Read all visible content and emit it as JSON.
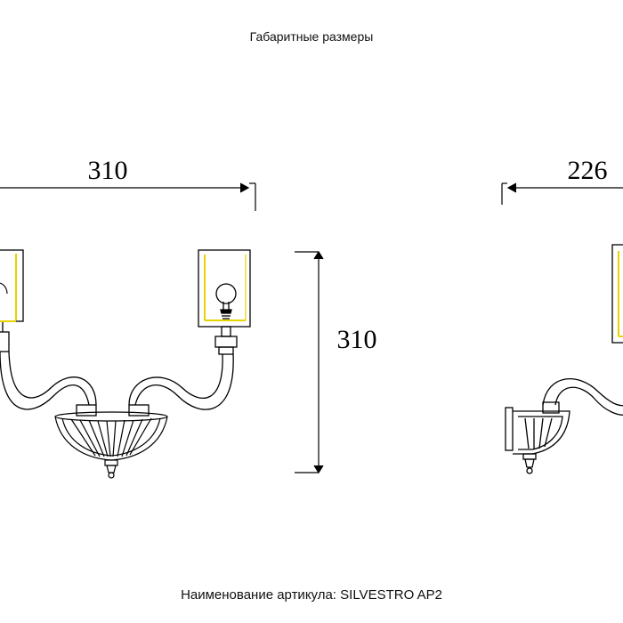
{
  "header": {
    "title": "Габаритные размеры"
  },
  "dimensions": {
    "front_width": "310",
    "front_height": "310",
    "side_depth": "226"
  },
  "footer": {
    "label": "Наименование артикула:",
    "article": "SILVESTRO AP2"
  },
  "colors": {
    "line": "#000000",
    "lamp_accent": "#e8d200",
    "background": "#ffffff"
  }
}
